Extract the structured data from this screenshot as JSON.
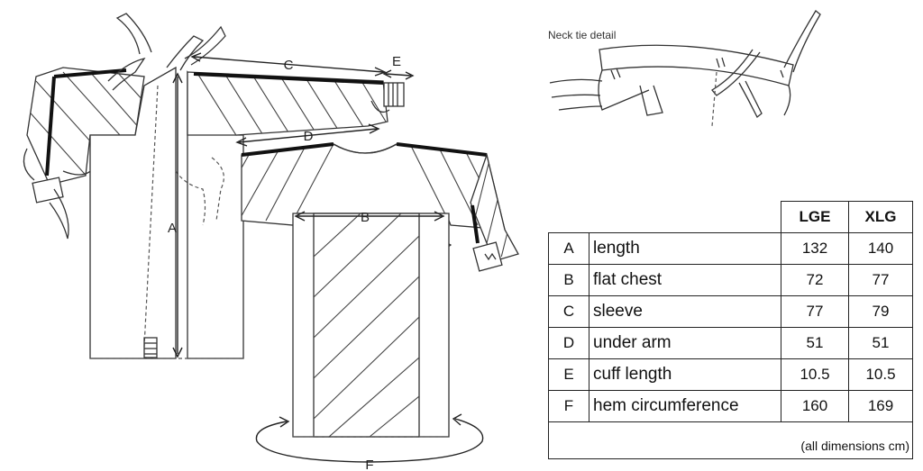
{
  "neck_tie_label": "Neck tie detail",
  "dimension_labels": {
    "a": "A",
    "b": "B",
    "c": "C",
    "d": "D",
    "e": "E",
    "f": "F"
  },
  "table": {
    "headers": [
      "LGE",
      "XLG"
    ],
    "rows": [
      {
        "code": "A",
        "label": "length",
        "lge": "132",
        "xlg": "140"
      },
      {
        "code": "B",
        "label": "flat chest",
        "lge": "72",
        "xlg": "77"
      },
      {
        "code": "C",
        "label": "sleeve",
        "lge": "77",
        "xlg": "79"
      },
      {
        "code": "D",
        "label": "under arm",
        "lge": "51",
        "xlg": "51"
      },
      {
        "code": "E",
        "label": "cuff length",
        "lge": "10.5",
        "xlg": "10.5"
      },
      {
        "code": "F",
        "label": "hem circumference",
        "lge": "160",
        "xlg": "169"
      }
    ],
    "note": "(all dimensions cm)"
  }
}
